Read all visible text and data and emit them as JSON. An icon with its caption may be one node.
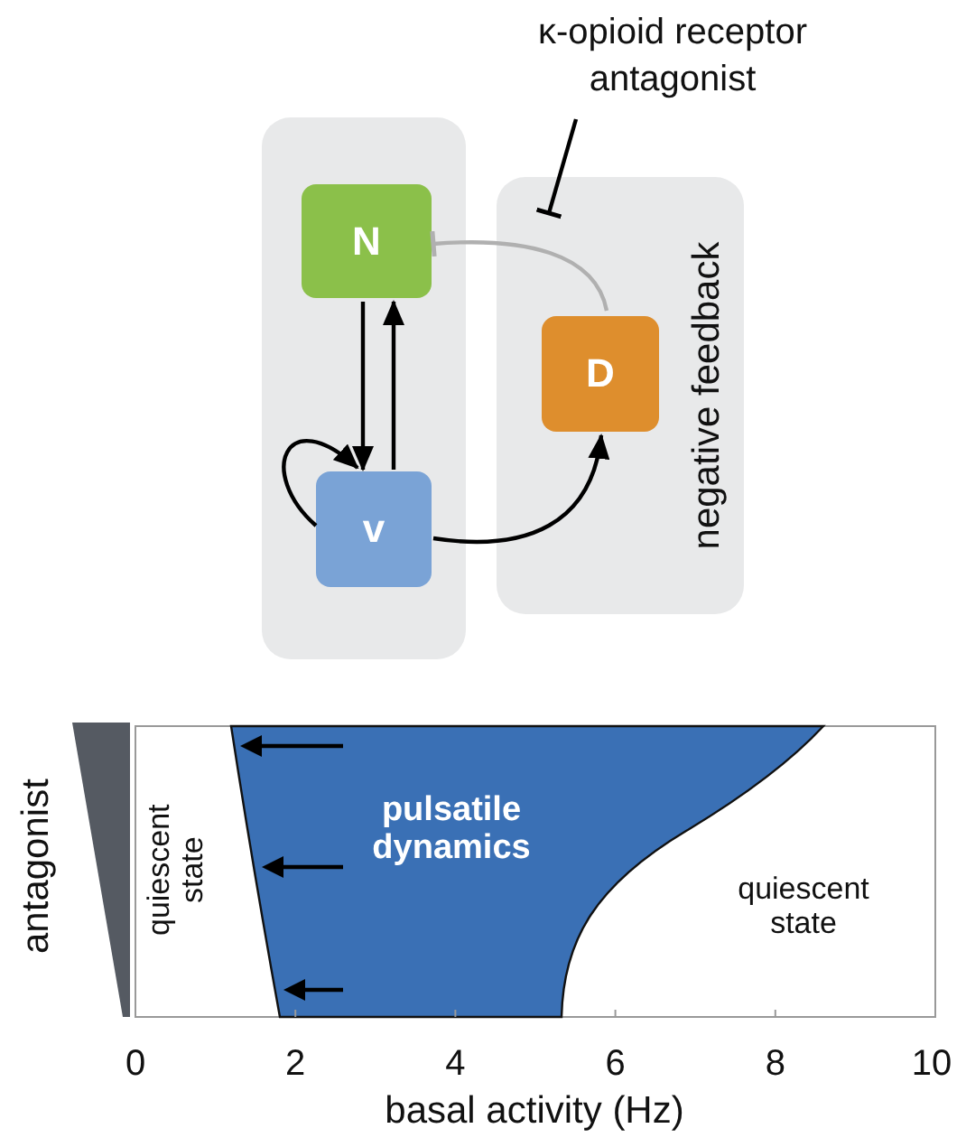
{
  "diagram": {
    "nodes": [
      {
        "text": [],
        "shape": "box"
      },
      {
        "text": [
          "N"
        ],
        "in": 0
      },
      {
        "text": [
          "v"
        ],
        "in": 0
      },
      {
        "text": [
          "negative feedback"
        ]
      },
      {
        "text": [
          "D"
        ],
        "in": 3
      },
      {
        "text": [
          "κ-opioid receptor antagonist"
        ]
      }
    ],
    "edges": [
      {
        "from": 1,
        "to": 2,
        "arrow": "to"
      },
      {
        "from": 2,
        "to": 1,
        "arrow": "to"
      },
      {
        "from": 2,
        "to": 2,
        "arrow": "to"
      },
      {
        "from": 2,
        "to": 4,
        "arrow": "to"
      },
      {
        "from": 4,
        "to": 1,
        "arrow": "other",
        "color": "#b0b0b0"
      },
      {
        "from": 5,
        "to": 3,
        "arrow": "other"
      }
    ],
    "labels": [
      "quiescent state",
      "pulsatile dynamics",
      "quiescent state",
      "antagonist",
      "0",
      "2",
      "4",
      "6",
      "8",
      "10",
      "basal activity (Hz)"
    ]
  }
}
